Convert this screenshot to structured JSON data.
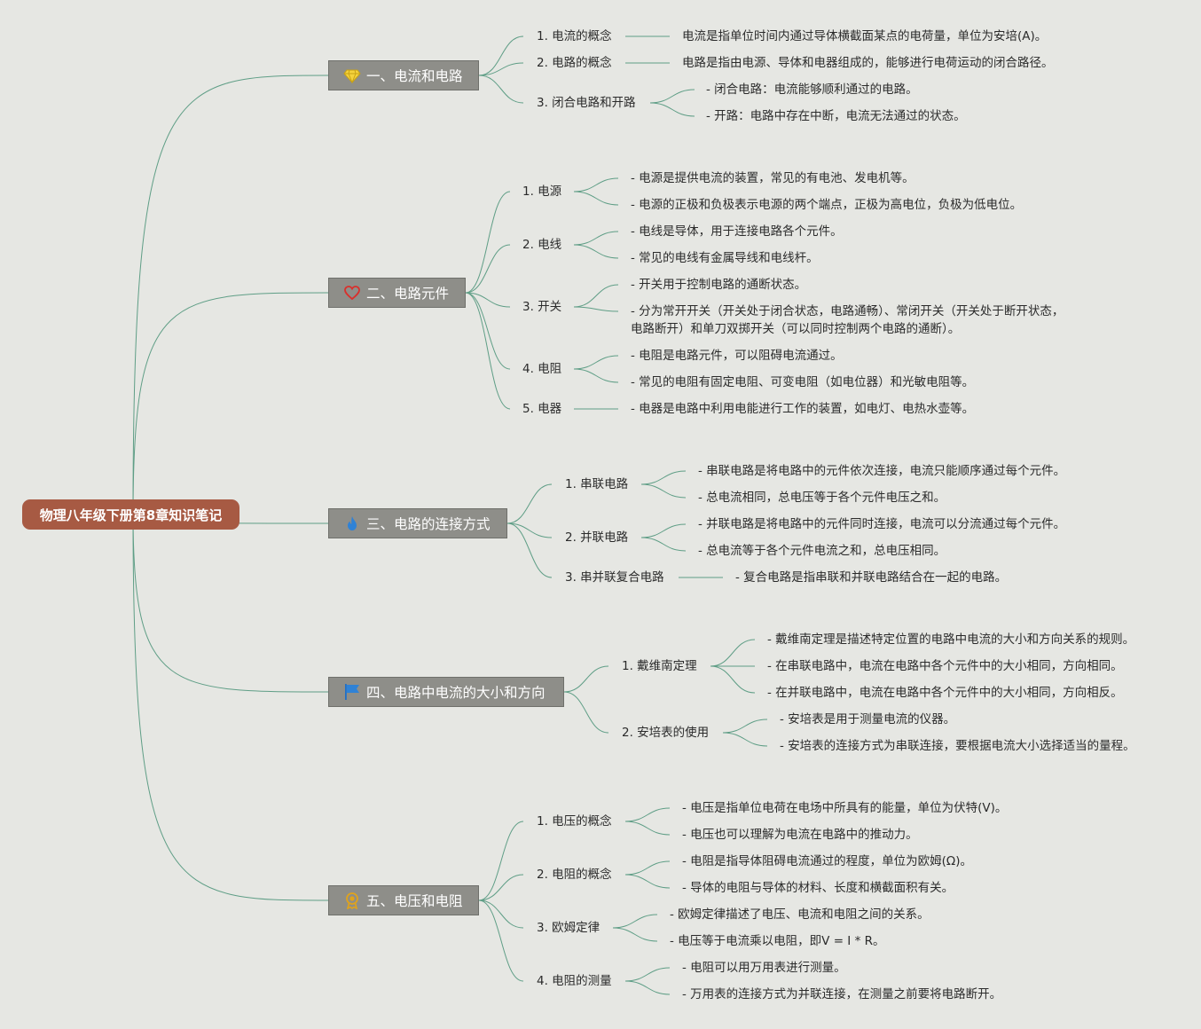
{
  "root": "物理八年级下册第8章知识笔记",
  "colors": {
    "background": "#e6e7e3",
    "root": "#a75a43",
    "branch": "#8e8e89",
    "line": "#5f9e86"
  },
  "branches": [
    {
      "label": "一、电流和电路",
      "icon": "diamond-icon",
      "children": [
        {
          "label": "1. 电流的概念",
          "items": [
            "电流是指单位时间内通过导体横截面某点的电荷量，单位为安培(A)。"
          ]
        },
        {
          "label": "2. 电路的概念",
          "items": [
            "电路是指由电源、导体和电器组成的，能够进行电荷运动的闭合路径。"
          ]
        },
        {
          "label": "3. 闭合电路和开路",
          "items": [
            "- 闭合电路：电流能够顺利通过的电路。",
            "- 开路：电路中存在中断，电流无法通过的状态。"
          ]
        }
      ]
    },
    {
      "label": "二、电路元件",
      "icon": "heart-icon",
      "children": [
        {
          "label": "1. 电源",
          "items": [
            "- 电源是提供电流的装置，常见的有电池、发电机等。",
            "- 电源的正极和负极表示电源的两个端点，正极为高电位，负极为低电位。"
          ]
        },
        {
          "label": "2. 电线",
          "items": [
            "- 电线是导体，用于连接电路各个元件。",
            "- 常见的电线有金属导线和电线杆。"
          ]
        },
        {
          "label": "3. 开关",
          "items": [
            "- 开关用于控制电路的通断状态。",
            "- 分为常开开关（开关处于闭合状态，电路通畅）、常闭开关（开关处于断开状态，电路断开）和单刀双掷开关（可以同时控制两个电路的通断）。"
          ]
        },
        {
          "label": "4. 电阻",
          "items": [
            "- 电阻是电路元件，可以阻碍电流通过。",
            "- 常见的电阻有固定电阻、可变电阻（如电位器）和光敏电阻等。"
          ]
        },
        {
          "label": "5. 电器",
          "items": [
            "- 电器是电路中利用电能进行工作的装置，如电灯、电热水壶等。"
          ]
        }
      ]
    },
    {
      "label": "三、电路的连接方式",
      "icon": "flame-icon",
      "children": [
        {
          "label": "1. 串联电路",
          "items": [
            "- 串联电路是将电路中的元件依次连接，电流只能顺序通过每个元件。",
            "- 总电流相同，总电压等于各个元件电压之和。"
          ]
        },
        {
          "label": "2. 并联电路",
          "items": [
            "- 并联电路是将电路中的元件同时连接，电流可以分流通过每个元件。",
            "- 总电流等于各个元件电流之和，总电压相同。"
          ]
        },
        {
          "label": "3. 串并联复合电路",
          "items": [
            "- 复合电路是指串联和并联电路结合在一起的电路。"
          ]
        }
      ]
    },
    {
      "label": "四、电路中电流的大小和方向",
      "icon": "flag-icon",
      "children": [
        {
          "label": "1. 戴维南定理",
          "items": [
            "- 戴维南定理是描述特定位置的电路中电流的大小和方向关系的规则。",
            "- 在串联电路中，电流在电路中各个元件中的大小相同，方向相同。",
            "- 在并联电路中，电流在电路中各个元件中的大小相同，方向相反。"
          ]
        },
        {
          "label": "2. 安培表的使用",
          "items": [
            "- 安培表是用于测量电流的仪器。",
            "- 安培表的连接方式为串联连接，要根据电流大小选择适当的量程。"
          ]
        }
      ]
    },
    {
      "label": "五、电压和电阻",
      "icon": "medal-icon",
      "children": [
        {
          "label": "1. 电压的概念",
          "items": [
            "- 电压是指单位电荷在电场中所具有的能量，单位为伏特(V)。",
            "- 电压也可以理解为电流在电路中的推动力。"
          ]
        },
        {
          "label": "2. 电阻的概念",
          "items": [
            "- 电阻是指导体阻碍电流通过的程度，单位为欧姆(Ω)。",
            "- 导体的电阻与导体的材料、长度和横截面积有关。"
          ]
        },
        {
          "label": "3. 欧姆定律",
          "items": [
            "- 欧姆定律描述了电压、电流和电阻之间的关系。",
            "- 电压等于电流乘以电阻，即V = I * R。"
          ]
        },
        {
          "label": "4. 电阻的测量",
          "items": [
            "- 电阻可以用万用表进行测量。",
            "- 万用表的连接方式为并联连接，在测量之前要将电路断开。"
          ]
        }
      ]
    }
  ]
}
